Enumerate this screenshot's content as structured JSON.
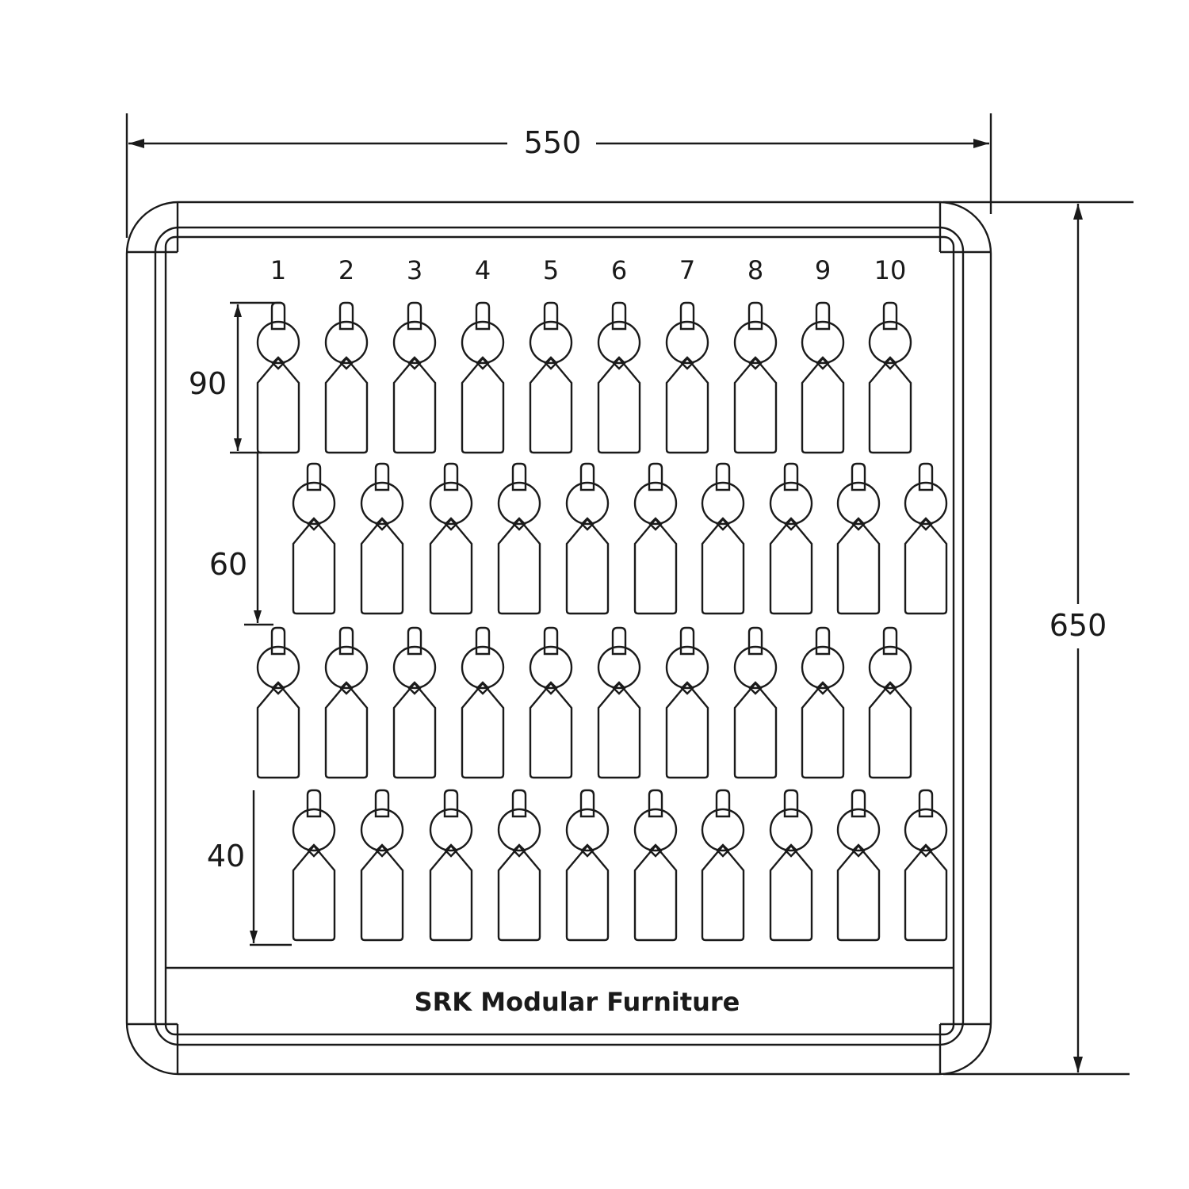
{
  "dimensions": {
    "width": "550",
    "height": "650",
    "row_spacing_1": "90",
    "row_spacing_2": "60",
    "row_spacing_3": "40"
  },
  "hook_numbers": [
    "1",
    "2",
    "3",
    "4",
    "5",
    "6",
    "7",
    "8",
    "9",
    "10"
  ],
  "rows": 4,
  "keys_per_row": 10,
  "brand_label": "SRK Modular Furniture",
  "line_color": "#1a1a1a"
}
